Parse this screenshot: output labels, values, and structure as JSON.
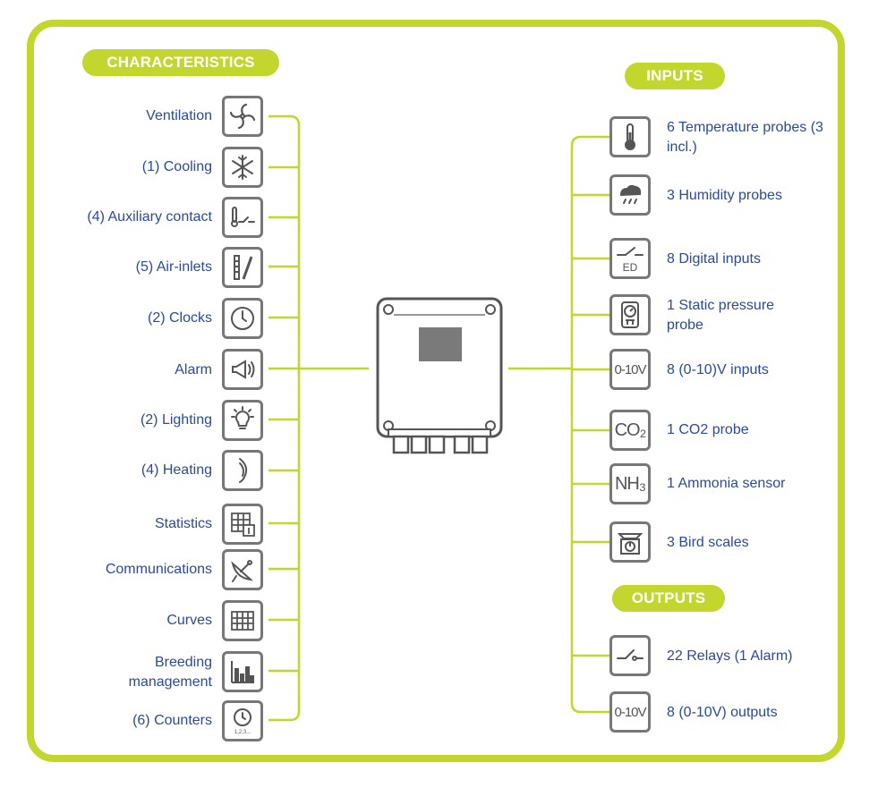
{
  "sections": {
    "characteristics": "CHARACTERISTICS",
    "inputs": "INPUTS",
    "outputs": "OUTPUTS"
  },
  "characteristics": [
    {
      "label": "Ventilation",
      "icon": "fan-icon"
    },
    {
      "label": "(1) Cooling",
      "icon": "snowflake-icon"
    },
    {
      "label": "(4) Auxiliary contact",
      "icon": "auxiliary-contact-icon"
    },
    {
      "label": "(5) Air-inlets",
      "icon": "air-inlet-icon"
    },
    {
      "label": "(2) Clocks",
      "icon": "clock-icon"
    },
    {
      "label": "Alarm",
      "icon": "megaphone-icon"
    },
    {
      "label": "(2) Lighting",
      "icon": "lightbulb-icon"
    },
    {
      "label": "(4) Heating",
      "icon": "flame-icon"
    },
    {
      "label": "Statistics",
      "icon": "statistics-icon"
    },
    {
      "label": "Communications",
      "icon": "satellite-dish-icon"
    },
    {
      "label": "Curves",
      "icon": "grid-icon"
    },
    {
      "label": "Breeding management",
      "icon": "bar-chart-icon"
    },
    {
      "label": "(6) Counters",
      "icon": "counter-icon"
    }
  ],
  "inputs": [
    {
      "label": "6 Temperature probes (3 incl.)",
      "icon": "thermometer-icon"
    },
    {
      "label": "3 Humidity probes",
      "icon": "humidity-icon"
    },
    {
      "label": "8 Digital inputs",
      "icon": "digital-input-icon",
      "icon_text": "ED"
    },
    {
      "label": "1 Static pressure probe",
      "icon": "pressure-gauge-icon"
    },
    {
      "label": "8 (0-10)V inputs",
      "icon": "voltage-input-icon",
      "icon_text": "0-10V"
    },
    {
      "label": "1 CO2 probe",
      "icon": "co2-icon",
      "icon_text": "CO₂"
    },
    {
      "label": "1 Ammonia sensor",
      "icon": "nh3-icon",
      "icon_text": "NH₃"
    },
    {
      "label": "3 Bird scales",
      "icon": "scale-icon"
    }
  ],
  "outputs": [
    {
      "label": "22 Relays (1 Alarm)",
      "icon": "relay-icon"
    },
    {
      "label": "8 (0-10V) outputs",
      "icon": "voltage-output-icon",
      "icon_text": "0-10V"
    }
  ],
  "colors": {
    "accent": "#c3d62d",
    "text": "#2a4a9c",
    "icon_border": "#777777"
  }
}
